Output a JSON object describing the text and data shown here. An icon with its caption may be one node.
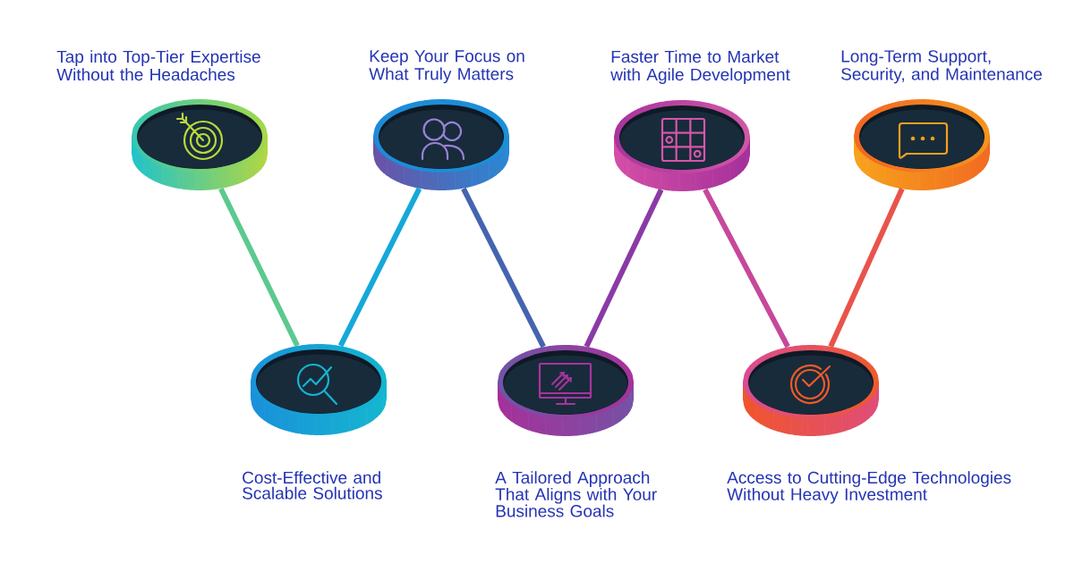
{
  "diagram": {
    "nodes": [
      {
        "text": [
          "Tap into Top-Tier Expertise Without the Headaches"
        ]
      },
      {
        "text": [
          "Cost-Effective and Scalable Solutions"
        ]
      },
      {
        "text": [
          "Keep Your Focus on What Truly Matters"
        ]
      },
      {
        "text": [
          "A Tailored Approach That Aligns with Your Business Goals"
        ]
      },
      {
        "text": [
          "Faster Time to Market with Agile Development"
        ]
      },
      {
        "text": [
          "Access to Cutting-Edge Technologies Without Heavy Investment"
        ]
      },
      {
        "text": [
          "Long-Term Support, Security, and Maintenance"
        ]
      }
    ],
    "edges": [
      {
        "from": 0,
        "to": 1,
        "arrow": "none",
        "color": "#5cc98e"
      },
      {
        "from": 1,
        "to": 2,
        "arrow": "none",
        "color": "#14a9d8"
      },
      {
        "from": 2,
        "to": 3,
        "arrow": "none",
        "color": "#4564b0"
      },
      {
        "from": 3,
        "to": 4,
        "arrow": "none",
        "color": "#8a3aa6"
      },
      {
        "from": 4,
        "to": 5,
        "arrow": "none",
        "color": "#c6489b"
      },
      {
        "from": 5,
        "to": 6,
        "arrow": "none",
        "color": "#e9534b"
      }
    ]
  }
}
